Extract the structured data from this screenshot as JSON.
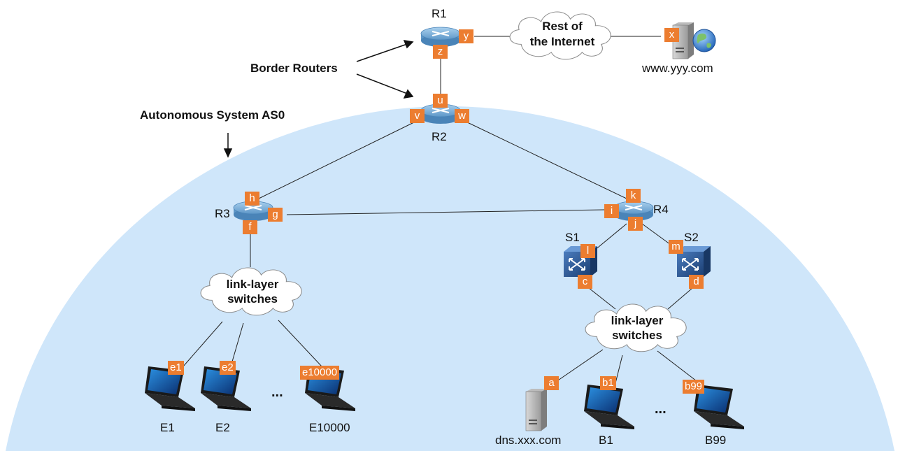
{
  "annotations": {
    "border_routers": "Border Routers",
    "autonomous_system": "Autonomous System AS0"
  },
  "routers": {
    "r1": "R1",
    "r2": "R2",
    "r3": "R3",
    "r4": "R4"
  },
  "switches": {
    "s1": "S1",
    "s2": "S2"
  },
  "clouds": {
    "internet_line1": "Rest of",
    "internet_line2": "the Internet",
    "lls_left_line1": "link-layer",
    "lls_left_line2": "switches",
    "lls_right_line1": "link-layer",
    "lls_right_line2": "switches"
  },
  "hosts": {
    "www": "www.yyy.com",
    "dns": "dns.xxx.com",
    "e1": "E1",
    "e2": "E2",
    "e10000": "E10000",
    "b1": "B1",
    "b99": "B99",
    "ellipsis_left": "...",
    "ellipsis_right": "..."
  },
  "interfaces": {
    "x": "x",
    "y": "y",
    "z": "z",
    "u": "u",
    "v": "v",
    "w": "w",
    "h": "h",
    "g": "g",
    "f": "f",
    "i": "i",
    "k": "k",
    "j": "j",
    "l": "l",
    "m": "m",
    "c": "c",
    "d": "d",
    "a": "a",
    "e1": "e1",
    "e2": "e2",
    "e10000": "e10000",
    "b1": "b1",
    "b99": "b99"
  },
  "colors": {
    "as_fill": "#cfe6fa",
    "interface_tag": "#ec7d30",
    "router_body": "#7fb3dc",
    "switch_body": "#2f5f9e"
  }
}
